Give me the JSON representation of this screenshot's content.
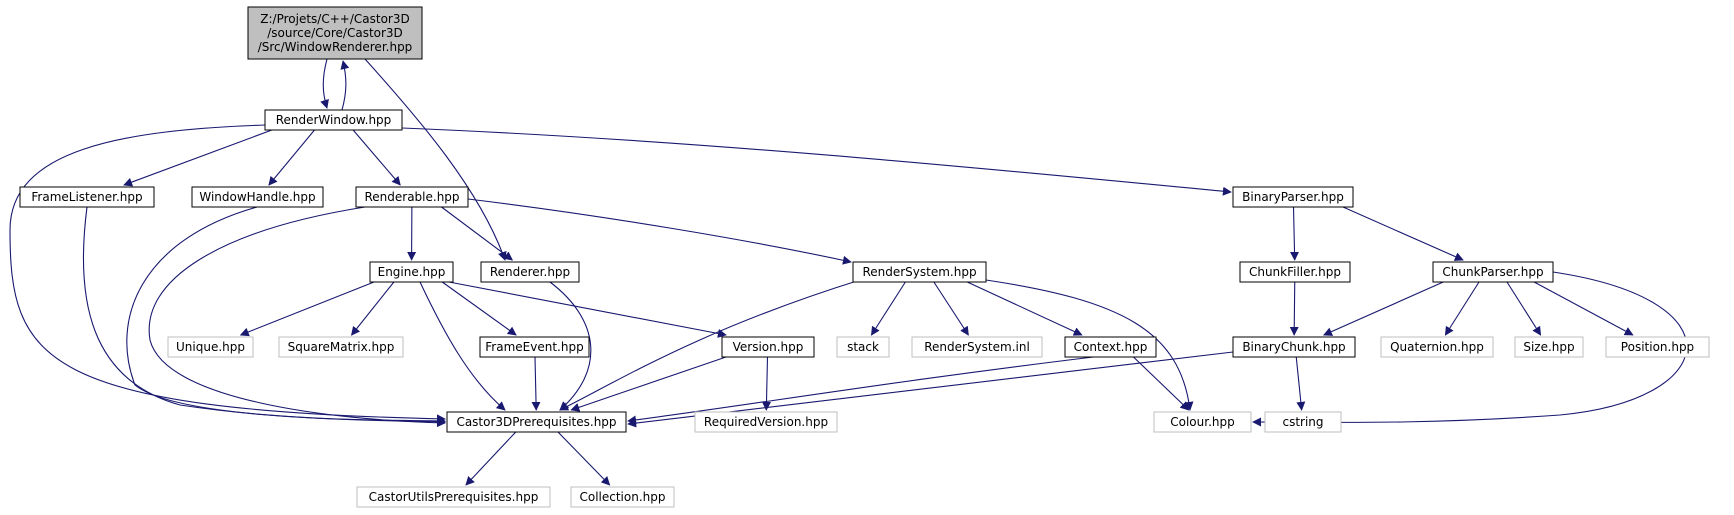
{
  "colors": {
    "edge": "#191970",
    "node_border": "#000000",
    "external_border": "#bfbfbf",
    "root_fill": "#bfbfbf",
    "background": "#ffffff"
  },
  "nodes": [
    {
      "id": "root",
      "kind": "root",
      "lines": [
        "Z:/Projets/C++/Castor3D",
        "/source/Core/Castor3D",
        "/Src/WindowRenderer.hpp"
      ]
    },
    {
      "id": "renderwindow",
      "kind": "normal",
      "lines": [
        "RenderWindow.hpp"
      ]
    },
    {
      "id": "framelistener",
      "kind": "normal",
      "lines": [
        "FrameListener.hpp"
      ]
    },
    {
      "id": "windowhandle",
      "kind": "normal",
      "lines": [
        "WindowHandle.hpp"
      ]
    },
    {
      "id": "renderable",
      "kind": "normal",
      "lines": [
        "Renderable.hpp"
      ]
    },
    {
      "id": "binaryparser",
      "kind": "normal",
      "lines": [
        "BinaryParser.hpp"
      ]
    },
    {
      "id": "engine",
      "kind": "normal",
      "lines": [
        "Engine.hpp"
      ]
    },
    {
      "id": "renderer",
      "kind": "normal",
      "lines": [
        "Renderer.hpp"
      ]
    },
    {
      "id": "rendersystem",
      "kind": "normal",
      "lines": [
        "RenderSystem.hpp"
      ]
    },
    {
      "id": "chunkfiller",
      "kind": "normal",
      "lines": [
        "ChunkFiller.hpp"
      ]
    },
    {
      "id": "chunkparser",
      "kind": "normal",
      "lines": [
        "ChunkParser.hpp"
      ]
    },
    {
      "id": "unique",
      "kind": "external",
      "lines": [
        "Unique.hpp"
      ]
    },
    {
      "id": "squarematrix",
      "kind": "external",
      "lines": [
        "SquareMatrix.hpp"
      ]
    },
    {
      "id": "frameevent",
      "kind": "normal",
      "lines": [
        "FrameEvent.hpp"
      ]
    },
    {
      "id": "version",
      "kind": "normal",
      "lines": [
        "Version.hpp"
      ]
    },
    {
      "id": "stack",
      "kind": "external",
      "lines": [
        "stack"
      ]
    },
    {
      "id": "rendersysteminl",
      "kind": "external",
      "lines": [
        "RenderSystem.inl"
      ]
    },
    {
      "id": "context",
      "kind": "normal",
      "lines": [
        "Context.hpp"
      ]
    },
    {
      "id": "binarychunk",
      "kind": "normal",
      "lines": [
        "BinaryChunk.hpp"
      ]
    },
    {
      "id": "quaternion",
      "kind": "external",
      "lines": [
        "Quaternion.hpp"
      ]
    },
    {
      "id": "size",
      "kind": "external",
      "lines": [
        "Size.hpp"
      ]
    },
    {
      "id": "position",
      "kind": "external",
      "lines": [
        "Position.hpp"
      ]
    },
    {
      "id": "prereq",
      "kind": "normal",
      "lines": [
        "Castor3DPrerequisites.hpp"
      ]
    },
    {
      "id": "requiredversion",
      "kind": "external",
      "lines": [
        "RequiredVersion.hpp"
      ]
    },
    {
      "id": "colour",
      "kind": "external",
      "lines": [
        "Colour.hpp"
      ]
    },
    {
      "id": "cstring",
      "kind": "external",
      "lines": [
        "cstring"
      ]
    },
    {
      "id": "castorutilsprereq",
      "kind": "external",
      "lines": [
        "CastorUtilsPrerequisites.hpp"
      ]
    },
    {
      "id": "collection",
      "kind": "external",
      "lines": [
        "Collection.hpp"
      ]
    }
  ],
  "edges": [
    [
      "root",
      "renderwindow"
    ],
    [
      "renderwindow",
      "root"
    ],
    [
      "root",
      "renderer"
    ],
    [
      "renderwindow",
      "framelistener"
    ],
    [
      "renderwindow",
      "windowhandle"
    ],
    [
      "renderwindow",
      "renderable"
    ],
    [
      "renderwindow",
      "binaryparser"
    ],
    [
      "renderwindow",
      "prereq"
    ],
    [
      "framelistener",
      "prereq"
    ],
    [
      "windowhandle",
      "prereq"
    ],
    [
      "renderable",
      "engine"
    ],
    [
      "renderable",
      "renderer"
    ],
    [
      "renderable",
      "rendersystem"
    ],
    [
      "renderable",
      "prereq"
    ],
    [
      "engine",
      "unique"
    ],
    [
      "engine",
      "squarematrix"
    ],
    [
      "engine",
      "frameevent"
    ],
    [
      "engine",
      "version"
    ],
    [
      "engine",
      "prereq"
    ],
    [
      "renderer",
      "prereq"
    ],
    [
      "rendersystem",
      "stack"
    ],
    [
      "rendersystem",
      "rendersysteminl"
    ],
    [
      "rendersystem",
      "context"
    ],
    [
      "rendersystem",
      "colour"
    ],
    [
      "rendersystem",
      "prereq"
    ],
    [
      "frameevent",
      "prereq"
    ],
    [
      "version",
      "prereq"
    ],
    [
      "version",
      "requiredversion"
    ],
    [
      "context",
      "prereq"
    ],
    [
      "context",
      "colour"
    ],
    [
      "binaryparser",
      "chunkfiller"
    ],
    [
      "binaryparser",
      "chunkparser"
    ],
    [
      "chunkfiller",
      "binarychunk"
    ],
    [
      "chunkparser",
      "binarychunk"
    ],
    [
      "chunkparser",
      "quaternion"
    ],
    [
      "chunkparser",
      "size"
    ],
    [
      "chunkparser",
      "position"
    ],
    [
      "chunkparser",
      "colour"
    ],
    [
      "binarychunk",
      "prereq"
    ],
    [
      "binarychunk",
      "cstring"
    ],
    [
      "prereq",
      "castorutilsprereq"
    ],
    [
      "prereq",
      "collection"
    ]
  ]
}
